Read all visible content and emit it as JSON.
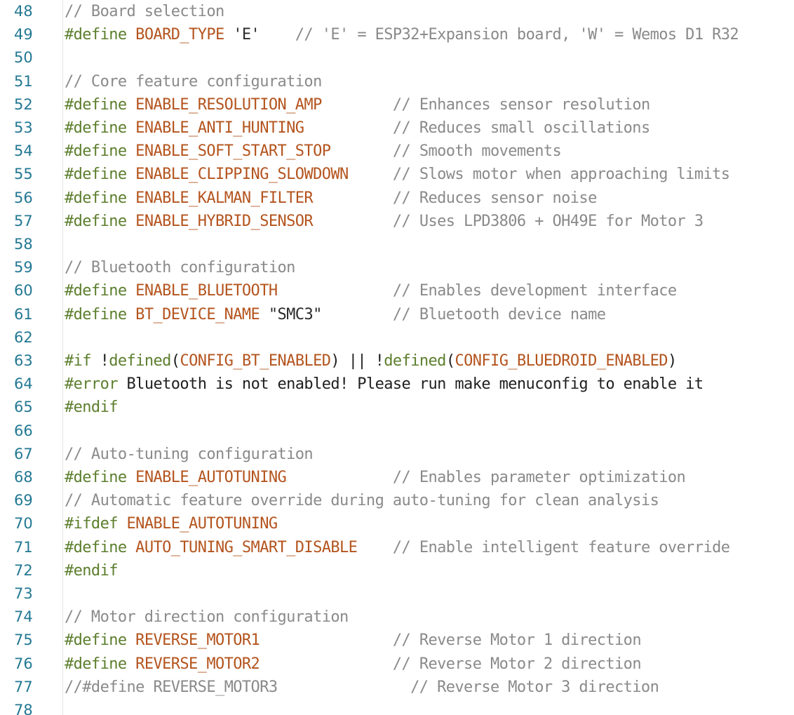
{
  "editor": {
    "lines": [
      {
        "num": "48",
        "segments": [
          {
            "text": "// Board selection",
            "kind": "cm"
          }
        ]
      },
      {
        "num": "49",
        "segments": [
          {
            "text": "#define ",
            "kind": "pp"
          },
          {
            "text": "BOARD_TYPE",
            "kind": "mac"
          },
          {
            "text": " 'E'",
            "kind": "str"
          },
          {
            "text": "    // 'E' = ESP32+Expansion board, 'W' = Wemos D1 R32",
            "kind": "cm"
          }
        ]
      },
      {
        "num": "50",
        "segments": []
      },
      {
        "num": "51",
        "segments": [
          {
            "text": "// Core feature configuration",
            "kind": "cm"
          }
        ]
      },
      {
        "num": "52",
        "segments": [
          {
            "text": "#define ",
            "kind": "pp"
          },
          {
            "text": "ENABLE_RESOLUTION_AMP",
            "kind": "mac"
          },
          {
            "text": "        // Enhances sensor resolution",
            "kind": "cm"
          }
        ]
      },
      {
        "num": "53",
        "segments": [
          {
            "text": "#define ",
            "kind": "pp"
          },
          {
            "text": "ENABLE_ANTI_HUNTING",
            "kind": "mac"
          },
          {
            "text": "          // Reduces small oscillations",
            "kind": "cm"
          }
        ]
      },
      {
        "num": "54",
        "segments": [
          {
            "text": "#define ",
            "kind": "pp"
          },
          {
            "text": "ENABLE_SOFT_START_STOP",
            "kind": "mac"
          },
          {
            "text": "       // Smooth movements",
            "kind": "cm"
          }
        ]
      },
      {
        "num": "55",
        "segments": [
          {
            "text": "#define ",
            "kind": "pp"
          },
          {
            "text": "ENABLE_CLIPPING_SLOWDOWN",
            "kind": "mac"
          },
          {
            "text": "     // Slows motor when approaching limits",
            "kind": "cm"
          }
        ]
      },
      {
        "num": "56",
        "segments": [
          {
            "text": "#define ",
            "kind": "pp"
          },
          {
            "text": "ENABLE_KALMAN_FILTER",
            "kind": "mac"
          },
          {
            "text": "         // Reduces sensor noise",
            "kind": "cm"
          }
        ]
      },
      {
        "num": "57",
        "segments": [
          {
            "text": "#define ",
            "kind": "pp"
          },
          {
            "text": "ENABLE_HYBRID_SENSOR",
            "kind": "mac"
          },
          {
            "text": "         // Uses LPD3806 + OH49E for Motor 3",
            "kind": "cm"
          }
        ]
      },
      {
        "num": "58",
        "segments": []
      },
      {
        "num": "59",
        "segments": [
          {
            "text": "// Bluetooth configuration",
            "kind": "cm"
          }
        ]
      },
      {
        "num": "60",
        "segments": [
          {
            "text": "#define ",
            "kind": "pp"
          },
          {
            "text": "ENABLE_BLUETOOTH",
            "kind": "mac"
          },
          {
            "text": "             // Enables development interface",
            "kind": "cm"
          }
        ]
      },
      {
        "num": "61",
        "segments": [
          {
            "text": "#define ",
            "kind": "pp"
          },
          {
            "text": "BT_DEVICE_NAME",
            "kind": "mac"
          },
          {
            "text": " \"SMC3\"",
            "kind": "str"
          },
          {
            "text": "        // Bluetooth device name",
            "kind": "cm"
          }
        ]
      },
      {
        "num": "62",
        "segments": []
      },
      {
        "num": "63",
        "segments": [
          {
            "text": "#if ",
            "kind": "pp"
          },
          {
            "text": "!",
            "kind": "txt"
          },
          {
            "text": "defined",
            "kind": "fn"
          },
          {
            "text": "(",
            "kind": "txt"
          },
          {
            "text": "CONFIG_BT_ENABLED",
            "kind": "mac"
          },
          {
            "text": ") || !",
            "kind": "txt"
          },
          {
            "text": "defined",
            "kind": "fn"
          },
          {
            "text": "(",
            "kind": "txt"
          },
          {
            "text": "CONFIG_BLUEDROID_ENABLED",
            "kind": "mac"
          },
          {
            "text": ")",
            "kind": "txt"
          }
        ]
      },
      {
        "num": "64",
        "segments": [
          {
            "text": "#error ",
            "kind": "pp"
          },
          {
            "text": "Bluetooth is not enabled! Please run make menuconfig to enable it",
            "kind": "txt"
          }
        ]
      },
      {
        "num": "65",
        "segments": [
          {
            "text": "#endif",
            "kind": "pp"
          }
        ]
      },
      {
        "num": "66",
        "segments": []
      },
      {
        "num": "67",
        "segments": [
          {
            "text": "// Auto-tuning configuration",
            "kind": "cm"
          }
        ]
      },
      {
        "num": "68",
        "segments": [
          {
            "text": "#define ",
            "kind": "pp"
          },
          {
            "text": "ENABLE_AUTOTUNING",
            "kind": "mac"
          },
          {
            "text": "            // Enables parameter optimization",
            "kind": "cm"
          }
        ]
      },
      {
        "num": "69",
        "segments": [
          {
            "text": "// Automatic feature override during auto-tuning for clean analysis",
            "kind": "cm"
          }
        ]
      },
      {
        "num": "70",
        "segments": [
          {
            "text": "#ifdef ",
            "kind": "pp"
          },
          {
            "text": "ENABLE_AUTOTUNING",
            "kind": "mac"
          }
        ]
      },
      {
        "num": "71",
        "segments": [
          {
            "text": "#define ",
            "kind": "pp"
          },
          {
            "text": "AUTO_TUNING_SMART_DISABLE",
            "kind": "mac"
          },
          {
            "text": "    // Enable intelligent feature override",
            "kind": "cm"
          }
        ]
      },
      {
        "num": "72",
        "segments": [
          {
            "text": "#endif",
            "kind": "pp"
          }
        ]
      },
      {
        "num": "73",
        "segments": []
      },
      {
        "num": "74",
        "segments": [
          {
            "text": "// Motor direction configuration",
            "kind": "cm"
          }
        ]
      },
      {
        "num": "75",
        "segments": [
          {
            "text": "#define ",
            "kind": "pp"
          },
          {
            "text": "REVERSE_MOTOR1",
            "kind": "mac"
          },
          {
            "text": "               // Reverse Motor 1 direction",
            "kind": "cm"
          }
        ]
      },
      {
        "num": "76",
        "segments": [
          {
            "text": "#define ",
            "kind": "pp"
          },
          {
            "text": "REVERSE_MOTOR2",
            "kind": "mac"
          },
          {
            "text": "               // Reverse Motor 2 direction",
            "kind": "cm"
          }
        ]
      },
      {
        "num": "77",
        "segments": [
          {
            "text": "//#define REVERSE_MOTOR3               // Reverse Motor 3 direction",
            "kind": "cm"
          }
        ]
      },
      {
        "num": "78",
        "segments": []
      }
    ]
  },
  "colors": {
    "line_number": "#237893",
    "comment": "#8a8a8a",
    "preprocessor": "#5c7e2d",
    "macro": "#b4541e",
    "plain_text": "#1f1f1f"
  }
}
